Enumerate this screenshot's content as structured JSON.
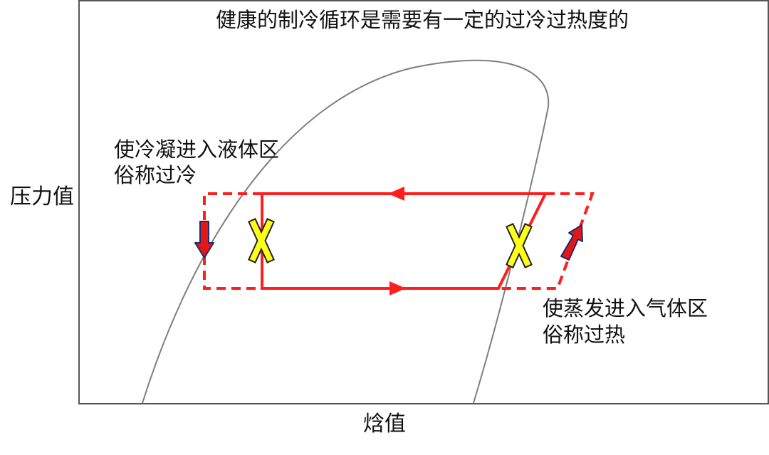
{
  "diagram": {
    "title": "健康的制冷循环是需要有一定的过冷过热度的",
    "y_axis_label": "压力值",
    "x_axis_label": "焓值",
    "subcool_note": {
      "line1": "使冷凝进入液体区",
      "line2": "俗称过冷"
    },
    "superheat_note": {
      "line1": "使蒸发进入气体区",
      "line2": "俗称过热"
    }
  },
  "colors": {
    "cycle": "#ff1e1e",
    "dome": "#7f7f7f",
    "frame": "#555555",
    "arrow_fill": "#e51616",
    "arrow_outline": "#1f2a6e",
    "marker": "#ffff19",
    "text": "#111111"
  },
  "icons": [
    "down-arrow-icon",
    "up-right-arrow-icon",
    "x-marker-icon",
    "flow-arrow-icon"
  ]
}
